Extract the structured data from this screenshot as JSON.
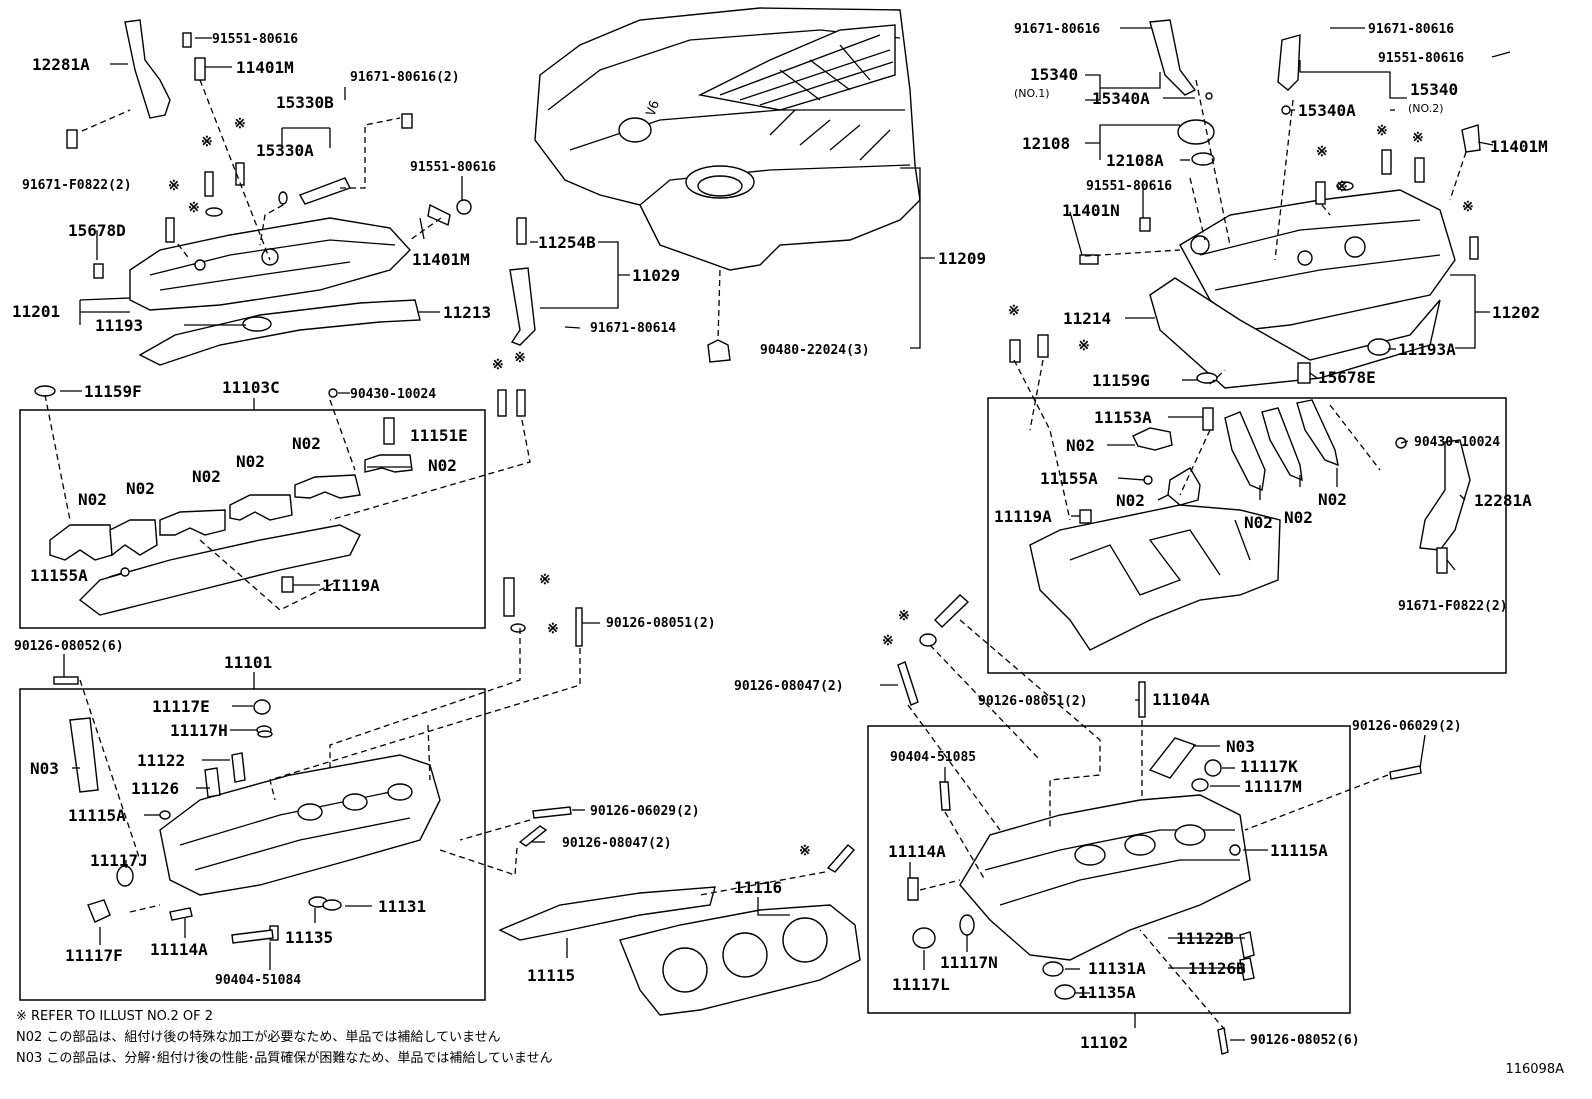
{
  "diagram": {
    "illustration_id": "116098A",
    "notes": [
      "※ REFER TO ILLUST NO.2 OF 2",
      "N02 この部品は、組付け後の特殊な加工が必要なため、単品では補給していません",
      "N03 この部品は、分解･組付け後の性能･品質確保が困難なため、単品では補給していません"
    ],
    "labels": {
      "l12281A_left": "12281A",
      "l91551_80616_a": "91551-80616",
      "l11401M_a": "11401M",
      "l91671_80616_2": "91671-80616(2)",
      "l15330B": "15330B",
      "l15330A": "15330A",
      "l91551_80616_b": "91551-80616",
      "l91671_F0822_2_left": "91671-F0822(2)",
      "l15678D": "15678D",
      "l11401M_b": "11401M",
      "l11201": "11201",
      "l11193": "11193",
      "l11213": "11213",
      "l11254B": "11254B",
      "l11029": "11029",
      "l11209": "11209",
      "l91671_80614": "91671-80614",
      "l90480_22024_3": "90480-22024(3)",
      "l11159F": "11159F",
      "l11103C": "11103C",
      "l90430_10024_left": "90430-10024",
      "l11151E": "11151E",
      "l11155A_left": "11155A",
      "l11119A_left": "11119A",
      "l90126_08052_6_left": "90126-08052(6)",
      "l90126_08051_2_left": "90126-08051(2)",
      "l11101": "11101",
      "l11117E": "11117E",
      "l11117H": "11117H",
      "l11122": "11122",
      "l11126": "11126",
      "l11115A_left": "11115A",
      "l11117J": "11117J",
      "l11117F": "11117F",
      "l11114A_left": "11114A",
      "l11135": "11135",
      "l11131": "11131",
      "l90404_51084": "90404-51084",
      "l90126_06029_2_mid": "90126-06029(2)",
      "l90126_08047_2_mid": "90126-08047(2)",
      "l11115": "11115",
      "l11116": "11116",
      "l91671_80616_r1": "91671-80616",
      "l91671_80616_r2": "91671-80616",
      "l91551_80616_r": "91551-80616",
      "l15340_a": "15340",
      "l15340_b": "15340",
      "lNO1": "(NO.1)",
      "lNO2": "(NO.2)",
      "l15340A_a": "15340A",
      "l15340A_b": "15340A",
      "l12108": "12108",
      "l12108A": "12108A",
      "l91551_80616_r3": "91551-80616",
      "l11401N": "11401N",
      "l11401M_r": "11401M",
      "l11214": "11214",
      "l11202": "11202",
      "l11193A": "11193A",
      "l11159G": "11159G",
      "l15678E": "15678E",
      "l11153A": "11153A",
      "l11155A_right": "11155A",
      "l11119A_right": "11119A",
      "l90430_10024_right": "90430-10024",
      "l12281A_right": "12281A",
      "l91671_F0822_2_right": "91671-F0822(2)",
      "l90126_08047_2_r": "90126-08047(2)",
      "l90126_08051_2_r": "90126-08051(2)",
      "l11104A": "11104A",
      "l90126_06029_2_r": "90126-06029(2)",
      "l90404_51085": "90404-51085",
      "l11114A_right": "11114A",
      "l11117K": "11117K",
      "l11117M": "11117M",
      "l11115A_right": "11115A",
      "l11122B": "11122B",
      "l11126B": "11126B",
      "l11117N": "11117N",
      "l11117L": "11117L",
      "l11131A": "11131A",
      "l11135A": "11135A",
      "l11102": "11102",
      "l90126_08052_6_right": "90126-08052(6)",
      "n02": "N02",
      "n03": "N03",
      "ref": "※"
    }
  }
}
